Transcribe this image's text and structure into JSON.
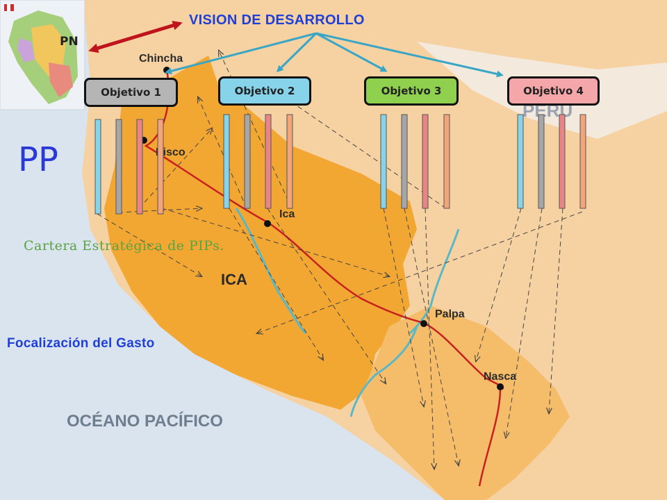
{
  "title": "VISION DE DESARROLLO",
  "pn_label": "PN",
  "pp_label": "PP",
  "cartera_label": "Cartera Estratégica de PIPs.",
  "focalizacion_label": "Focalización del Gasto",
  "objectives": [
    {
      "label": "Objetivo 1",
      "color": "#b5b5b5"
    },
    {
      "label": "Objetivo 2",
      "color": "#86d3ea"
    },
    {
      "label": "Objetivo 3",
      "color": "#8fd14f"
    },
    {
      "label": "Objetivo 4",
      "color": "#f4a6a8"
    }
  ],
  "bar_colors": [
    "#86d3ea",
    "#a6a6a6",
    "#e98585",
    "#f2a57a"
  ],
  "map_labels": {
    "chincha": "Chincha",
    "pisco": "Pisco",
    "ica_city": "Ica",
    "ica_region": "ICA",
    "palpa": "Palpa",
    "nasca": "Nasca",
    "peru": "PERU",
    "ocean": "OCÉANO PACÍFICO"
  },
  "colors": {
    "title_blue": "#1f3fd6",
    "cartera_green": "#5aa343",
    "sea": "#d9e4ee",
    "land": "#f6d2a3",
    "region": "#f3a733",
    "red_arrow": "#c0141c",
    "teal_arrow": "#3aa6c6"
  }
}
